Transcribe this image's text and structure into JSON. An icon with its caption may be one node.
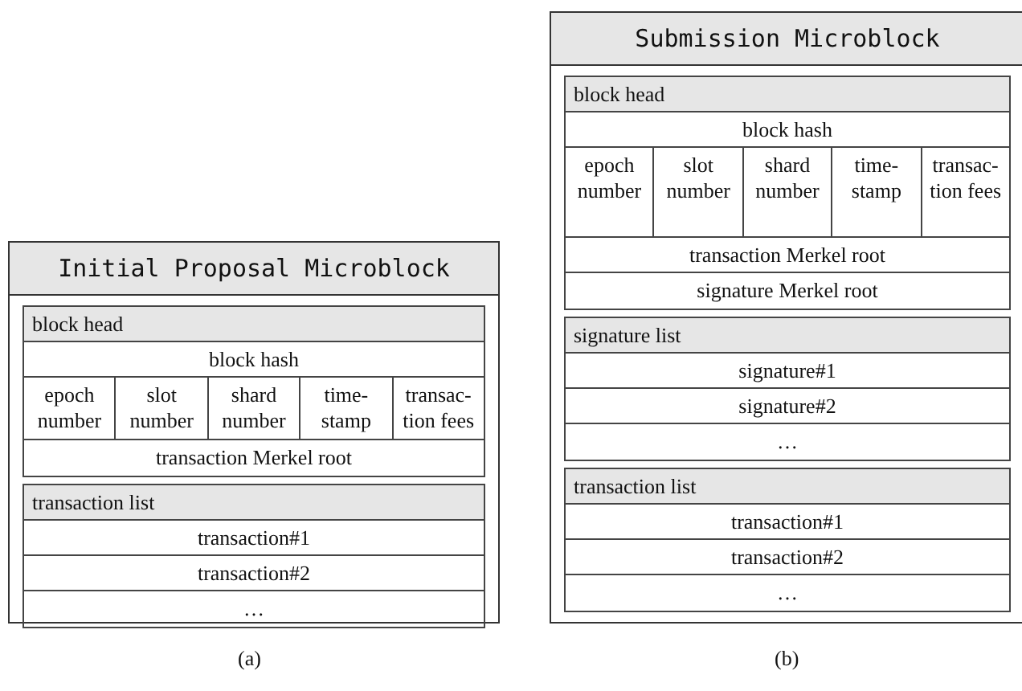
{
  "diagram": {
    "nodes": [
      {
        "text": [
          "Initial Proposal Microblock"
        ]
      },
      {
        "text": [
          "block head"
        ],
        "in": 0
      },
      {
        "text": [
          "block hash"
        ],
        "in": 1
      },
      {
        "text": [
          "epoch number"
        ],
        "in": 1
      },
      {
        "text": [
          "slot number"
        ],
        "in": 1
      },
      {
        "text": [
          "shard number"
        ],
        "in": 1
      },
      {
        "text": [
          "time- stamp"
        ],
        "in": 1
      },
      {
        "text": [
          "transac- tion fees"
        ],
        "in": 1
      },
      {
        "text": [
          "transaction Merkel root"
        ],
        "in": 1
      },
      {
        "text": [
          "transaction list"
        ],
        "in": 0
      },
      {
        "text": [
          "transaction#1"
        ],
        "in": 9
      },
      {
        "text": [
          "transaction#2"
        ],
        "in": 9
      },
      {
        "text": [
          "…"
        ],
        "in": 9
      },
      {
        "text": [
          "Submission Microblock"
        ]
      },
      {
        "text": [
          "block head"
        ],
        "in": 13
      },
      {
        "text": [
          "block hash"
        ],
        "in": 14
      },
      {
        "text": [
          "epoch number"
        ],
        "in": 14
      },
      {
        "text": [
          "slot number"
        ],
        "in": 14
      },
      {
        "text": [
          "shard number"
        ],
        "in": 14
      },
      {
        "text": [
          "time- stamp"
        ],
        "in": 14
      },
      {
        "text": [
          "transac- tion fees"
        ],
        "in": 14
      },
      {
        "text": [
          "transaction Merkel root"
        ],
        "in": 14
      },
      {
        "text": [
          "signature Merkel root"
        ],
        "in": 14
      },
      {
        "text": [
          "signature list"
        ],
        "in": 13
      },
      {
        "text": [
          "signature#1"
        ],
        "in": 23
      },
      {
        "text": [
          "signature#2"
        ],
        "in": 23
      },
      {
        "text": [
          "…"
        ],
        "in": 23
      },
      {
        "text": [
          "transaction list"
        ],
        "in": 13
      },
      {
        "text": [
          "transaction#1"
        ],
        "in": 27
      },
      {
        "text": [
          "transaction#2"
        ],
        "in": 27
      },
      {
        "text": [
          "…"
        ],
        "in": 27
      }
    ],
    "labels": [
      "(a)",
      "(b)"
    ]
  }
}
